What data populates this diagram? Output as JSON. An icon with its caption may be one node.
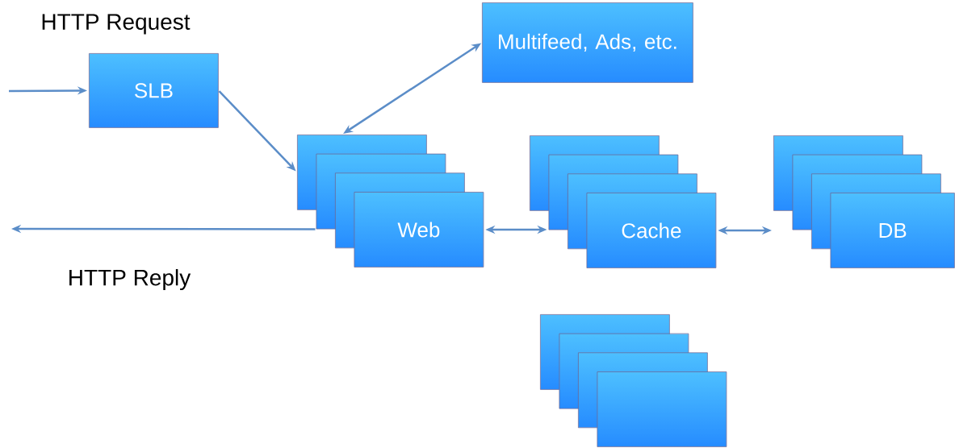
{
  "diagram": {
    "nodes": [
      {
        "text": [
          "SLB"
        ]
      },
      {
        "text": [
          "Multifeed, Ads, etc."
        ]
      },
      {
        "text": [],
        "shape": "box"
      },
      {
        "text": [],
        "shape": "box"
      },
      {
        "text": [],
        "shape": "box"
      },
      {
        "text": [
          "Web"
        ]
      },
      {
        "text": [],
        "shape": "box"
      },
      {
        "text": [],
        "shape": "box"
      },
      {
        "text": [],
        "shape": "box"
      },
      {
        "text": [
          "Cache"
        ]
      },
      {
        "text": [],
        "shape": "box"
      },
      {
        "text": [],
        "shape": "box"
      },
      {
        "text": [],
        "shape": "box"
      },
      {
        "text": [
          "DB"
        ]
      },
      {
        "text": [],
        "shape": "box"
      },
      {
        "text": [],
        "shape": "box"
      },
      {
        "text": [],
        "shape": "box"
      },
      {
        "text": [],
        "shape": "box"
      }
    ],
    "edges": [
      {
        "from": null,
        "to": 0,
        "arrow": "to"
      },
      {
        "from": 0,
        "to": 2,
        "arrow": "to"
      },
      {
        "from": 1,
        "to": 2,
        "arrow": "both"
      },
      {
        "from": 3,
        "to": null,
        "arrow": "to"
      },
      {
        "from": 5,
        "to": 7,
        "arrow": "both"
      },
      {
        "from": 9,
        "to": 10,
        "arrow": "both"
      }
    ],
    "labels": [
      "HTTP Request",
      "HTTP Reply"
    ]
  }
}
